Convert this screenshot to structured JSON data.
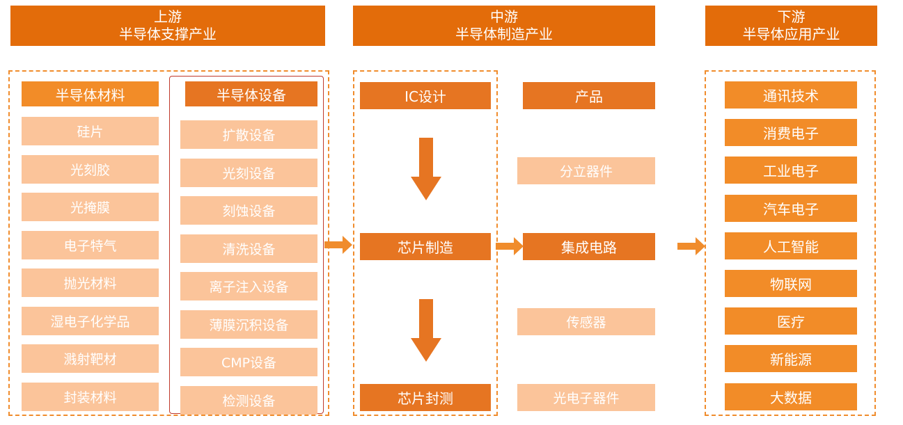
{
  "upstream": {
    "header_line1": "上游",
    "header_line2": "半导体支撑产业",
    "materials_title": "半导体材料",
    "materials": [
      "硅片",
      "光刻胶",
      "光掩膜",
      "电子特气",
      "抛光材料",
      "湿电子化学品",
      "溅射靶材",
      "封装材料"
    ],
    "equipment_title": "半导体设备",
    "equipment": [
      "扩散设备",
      "光刻设备",
      "刻蚀设备",
      "清洗设备",
      "离子注入设备",
      "薄膜沉积设备",
      "CMP设备",
      "检测设备"
    ]
  },
  "midstream": {
    "header_line1": "中游",
    "header_line2": "半导体制造产业",
    "ic_design": "IC设计",
    "chip_manufacturing": "芯片制造",
    "chip_packaging_test": "芯片封测",
    "products_title": "产品",
    "discrete_devices": "分立器件",
    "integrated_circuits": "集成电路",
    "sensors": "传感器",
    "optoelectronic_devices": "光电子器件"
  },
  "downstream": {
    "header_line1": "下游",
    "header_line2": "半导体应用产业",
    "applications": [
      "通讯技术",
      "消费电子",
      "工业电子",
      "汽车电子",
      "人工智能",
      "物联网",
      "医疗",
      "新能源",
      "大数据"
    ]
  },
  "colors": {
    "header": "#e36c0a",
    "dark_box": "#e67522",
    "mid_box": "#f28c28",
    "light_box": "#fbc49a",
    "dashed_border": "#f08c2c",
    "highlight_border": "#c0392b"
  }
}
